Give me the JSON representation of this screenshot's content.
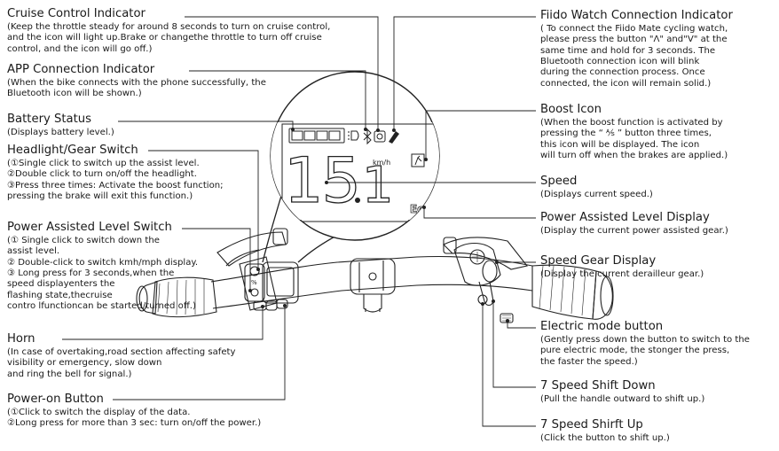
{
  "annotations": {
    "cruise": {
      "title": "Cruise Control Indicator",
      "desc": "(Keep the throttle steady for around 8 seconds to turn on cruise control,\nand the icon will light up.Brake or changethe throttle to turn off cruise\ncontrol, and the icon will go off.)"
    },
    "app": {
      "title": "APP Connection Indicator",
      "desc": "(When the bike connects with the phone successfully, the\nBluetooth icon will be shown.)"
    },
    "battery": {
      "title": "Battery Status",
      "desc": "(Displays battery level.)"
    },
    "headlight": {
      "title": "Headlight/Gear Switch",
      "desc": "(①Single click to switch up the assist level.\n②Double click to turn on/off the headlight.\n③Press three times: Activate the boost function;\npressing the brake will exit this function.)"
    },
    "pas_switch": {
      "title": "Power Assisted Level Switch",
      "desc": "(① Single click to switch down the\nassist level.\n② Double-click to switch kmh/mph display.\n③ Long press for 3 seconds,when the\nspeed displayenters the\nflashing state,thecruise\ncontro lfunctioncan be started/turned off.)"
    },
    "horn": {
      "title": "Horn",
      "desc": "(In case of overtaking,road section affecting safety\nvisibility or emergency, slow down\nand ring the bell for signal.)"
    },
    "power": {
      "title": "Power-on Button",
      "desc": "(①Click to switch the display of the data.\n②Long press for more than 3 sec: turn on/off the power.)"
    },
    "watch": {
      "title": "Fiido Watch Connection Indicator",
      "desc": "( To connect the Fiido Mate cycling watch,\nplease press the button \"Λ\" and\"V\" at the\nsame time and hold for 3 seconds. The\nBluetooth connection icon will blink\nduring the connection process. Once\nconnected, the icon will remain solid.)"
    },
    "boost": {
      "title": "Boost Icon",
      "desc": "(When the boost function is activated by\npressing the “ ⅍ ” button three times,\nthis icon will be displayed. The icon\nwill turn off when the brakes are applied.)"
    },
    "speed": {
      "title": "Speed",
      "desc": "(Displays current speed.)"
    },
    "pas_display": {
      "title": "Power Assisted Level Display",
      "desc": "(Display the current power assisted gear.)"
    },
    "gear": {
      "title": "Speed Gear Display",
      "desc": "(Display the current derailleur gear.)"
    },
    "electric": {
      "title": "Electric mode button",
      "desc": "(Gently press down the button to switch to the\npure electric mode, the stonger the press,\nthe faster the speed.)"
    },
    "shift_down": {
      "title": "7 Speed Shift Down",
      "desc": "(Pull the handle outward to shift up.)"
    },
    "shift_up": {
      "title": "7 Speed Shirft Up",
      "desc": "(Click the button to shift up.)"
    }
  },
  "display": {
    "speed_value": "15",
    "speed_decimal": "1",
    "unit": "km/h",
    "pas_level": "Ec"
  }
}
